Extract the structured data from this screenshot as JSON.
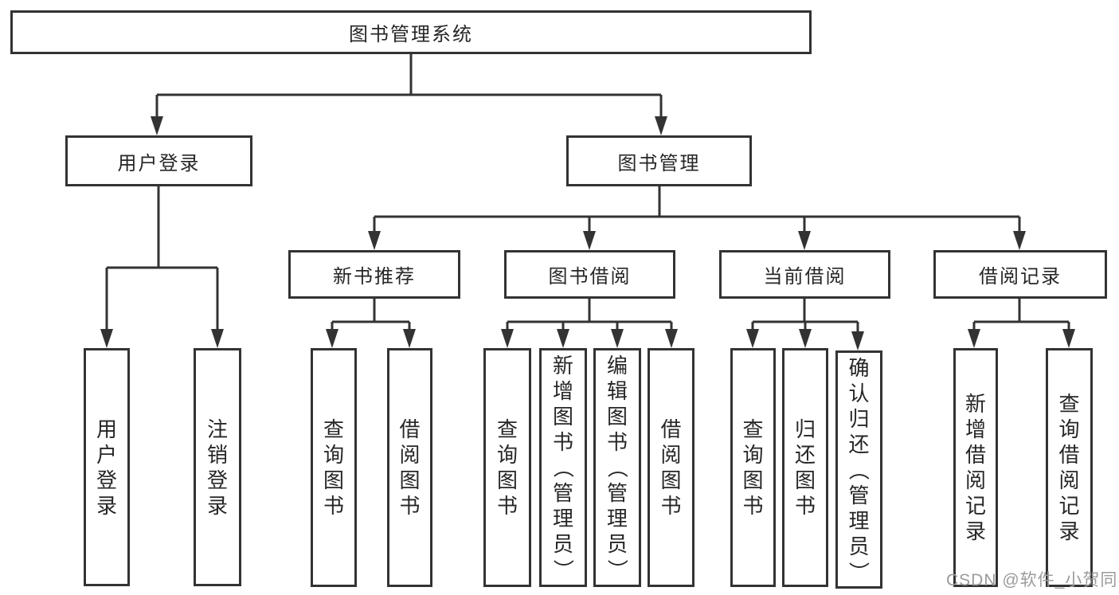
{
  "tree": {
    "root": "图书管理系统",
    "level2": [
      "用户登录",
      "图书管理"
    ],
    "level3": [
      "新书推荐",
      "图书借阅",
      "当前借阅",
      "借阅记录"
    ],
    "leaves_login": [
      "用户登录",
      "注销登录"
    ],
    "leaves_recommend": [
      "查询图书",
      "借阅图书"
    ],
    "leaves_borrow": [
      "查询图书",
      "新增图书（管理员）",
      "编辑图书（管理员）",
      "借阅图书"
    ],
    "leaves_current": [
      "查询图书",
      "归还图书",
      "确认归还（管理员）"
    ],
    "leaves_records": [
      "新增借阅记录",
      "查询借阅记录"
    ]
  },
  "watermark": "CSDN @软件_小贺同学",
  "colors": {
    "line": "#333333",
    "box_border": "#333333",
    "text": "#262626",
    "watermark": "#9b9b9b"
  }
}
